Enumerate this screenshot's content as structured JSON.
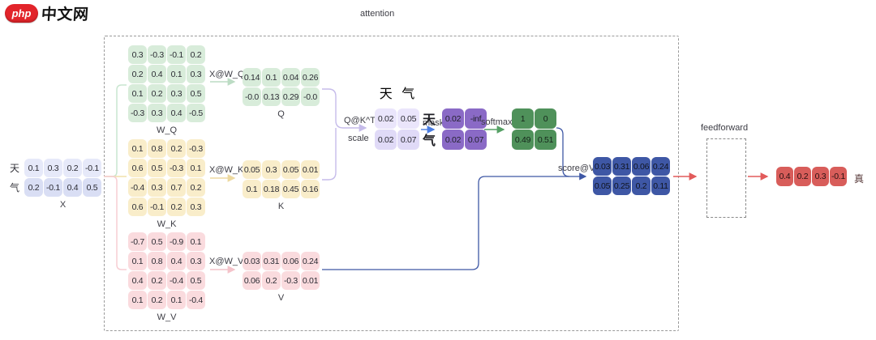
{
  "logo": {
    "badge": "php",
    "text": "中文网"
  },
  "title": "attention",
  "input": {
    "row_labels": [
      "天",
      "气"
    ],
    "x": {
      "label": "X",
      "rows": [
        [
          "0.1",
          "0.3",
          "0.2",
          "-0.1"
        ],
        [
          "0.2",
          "-0.1",
          "0.4",
          "0.5"
        ]
      ]
    }
  },
  "weights": {
    "wq": {
      "label": "W_Q",
      "rows": [
        [
          "0.3",
          "-0.3",
          "-0.1",
          "0.2"
        ],
        [
          "0.2",
          "0.4",
          "0.1",
          "0.3"
        ],
        [
          "0.1",
          "0.2",
          "0.3",
          "0.5"
        ],
        [
          "-0.3",
          "0.3",
          "0.4",
          "-0.5"
        ]
      ]
    },
    "wk": {
      "label": "W_K",
      "rows": [
        [
          "0.1",
          "0.8",
          "0.2",
          "-0.3"
        ],
        [
          "0.6",
          "0.5",
          "-0.3",
          "0.1"
        ],
        [
          "-0.4",
          "0.3",
          "0.7",
          "0.2"
        ],
        [
          "0.6",
          "-0.1",
          "0.2",
          "0.3"
        ]
      ]
    },
    "wv": {
      "label": "W_V",
      "rows": [
        [
          "-0.7",
          "0.5",
          "-0.9",
          "0.1"
        ],
        [
          "0.1",
          "0.8",
          "0.4",
          "0.3"
        ],
        [
          "0.4",
          "0.2",
          "-0.4",
          "0.5"
        ],
        [
          "0.1",
          "0.2",
          "0.1",
          "-0.4"
        ]
      ]
    }
  },
  "projections": {
    "q": {
      "arrow_label": "X@W_Q",
      "label": "Q",
      "rows": [
        [
          "0.14",
          "0.1",
          "0.04",
          "0.26"
        ],
        [
          "-0.0",
          "0.13",
          "0.29",
          "-0.0"
        ]
      ]
    },
    "k": {
      "arrow_label": "X@W_K",
      "label": "K",
      "rows": [
        [
          "0.05",
          "0.3",
          "0.05",
          "0.01"
        ],
        [
          "0.1",
          "0.18",
          "0.45",
          "0.16"
        ]
      ]
    },
    "v": {
      "arrow_label": "X@W_V",
      "label": "V",
      "rows": [
        [
          "0.03",
          "0.31",
          "0.06",
          "0.24"
        ],
        [
          "0.06",
          "0.2",
          "-0.3",
          "0.01"
        ]
      ]
    }
  },
  "attention": {
    "qkt_label": "Q@K^T",
    "scale_label": "scale",
    "col_labels": [
      "天",
      "气"
    ],
    "row_labels": [
      "天",
      "气"
    ],
    "scaled": {
      "rows": [
        [
          "0.02",
          "0.05"
        ],
        [
          "0.02",
          "0.07"
        ]
      ]
    },
    "mask_label": "mask",
    "masked": {
      "rows": [
        [
          "0.02",
          "-inf"
        ],
        [
          "0.02",
          "0.07"
        ]
      ]
    },
    "softmax_label": "softmax",
    "scores": {
      "rows": [
        [
          "1",
          "0"
        ],
        [
          "0.49",
          "0.51"
        ]
      ]
    },
    "scorev_label": "score@V",
    "output": {
      "rows": [
        [
          "0.03",
          "0.31",
          "0.06",
          "0.24"
        ],
        [
          "0.05",
          "0.25",
          "0.2",
          "0.11"
        ]
      ]
    }
  },
  "feedforward": {
    "label": "feedforward"
  },
  "result": {
    "rows": [
      [
        "0.4",
        "0.2",
        "0.3",
        "-0.1"
      ]
    ],
    "tag": "真"
  },
  "palette": {
    "brand_red": "#e2242a",
    "light_blue": "#dde2f6",
    "light_green": "#d8ecda",
    "light_yellow": "#f9edca",
    "light_pink": "#fadbde",
    "lavender": "#e0daf7",
    "purple": "#8a6ac6",
    "green": "#4f915a",
    "navy": "#3e57a5",
    "red": "#d85d5a",
    "arrow_blue": "#4a7de2",
    "arrow_green": "#55a065",
    "arrow_red": "#e25b5b"
  }
}
